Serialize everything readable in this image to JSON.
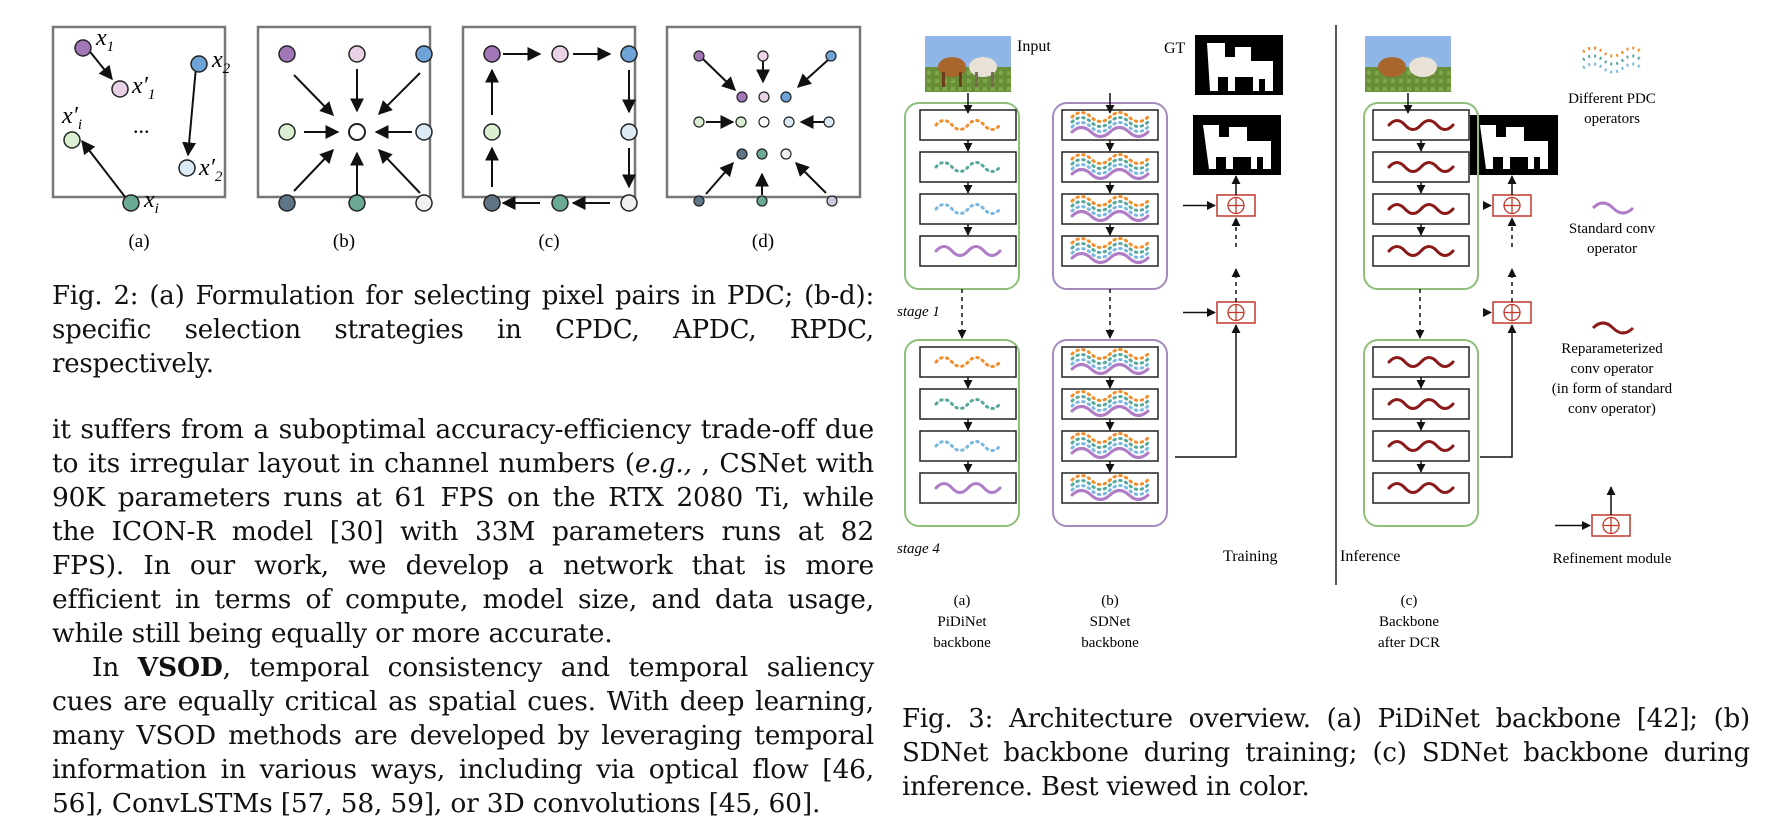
{
  "fig2": {
    "panel_labels": [
      "(a)",
      "(b)",
      "(c)",
      "(d)"
    ],
    "panel_a_labels": {
      "x1": "x",
      "x1_sub": "1",
      "x2": "x",
      "x2_sub": "2",
      "x1p": "x′",
      "x1p_sub": "1",
      "x2p": "x′",
      "x2p_sub": "2",
      "xip": "x′",
      "xip_sub": "i",
      "xi": "x",
      "xi_sub": "i",
      "dots": "..."
    },
    "caption": "Fig. 2: (a) Formulation for selecting pixel pairs in PDC; (b-d): specific selection strategies in CPDC, APDC, RPDC, respectively."
  },
  "body": {
    "p1": "it suffers from a suboptimal accuracy-efficiency trade-off due to its irregular layout in channel numbers (",
    "p1_eg": "e.g.,",
    "p1_rest": " , CSNet with 90K parameters runs at 61 FPS on the RTX 2080 Ti, while the ICON-R model [30] with 33M parameters runs at 82 FPS). In our work, we develop a network that is more efficient in terms of compute, model size, and data usage, while still being equally or more accurate.",
    "p2_pre": "In ",
    "p2_bold": "VSOD",
    "p2_rest": ", temporal consistency and temporal saliency cues are equally critical as spatial cues. With deep learning, many VSOD methods are developed by leveraging temporal information in various ways, including via optical flow [46, 56], ConvLSTMs [57, 58, 59], or 3D convolutions [45, 60]."
  },
  "fig3": {
    "input_label": "Input",
    "gt_label": "GT",
    "stage1": "stage 1",
    "stage4": "stage 4",
    "training": "Training",
    "inference": "Inference",
    "col_a": [
      "(a)",
      "PiDiNet",
      "backbone"
    ],
    "col_b": [
      "(b)",
      "SDNet",
      "backbone"
    ],
    "col_c": [
      "(c)",
      "Backbone",
      "after DCR"
    ],
    "legend": {
      "pdc": [
        "Different PDC",
        "operators"
      ],
      "std": [
        "Standard conv",
        "operator"
      ],
      "rep": [
        "Reparameterized",
        "conv operator",
        "(in form of standard",
        "conv operator)"
      ],
      "ref": [
        "Refinement module"
      ]
    },
    "caption": "Fig. 3: Architecture overview. (a) PiDiNet backbone [42]; (b) SDNet backbone during training; (c) SDNet backbone during inference. Best viewed in color.",
    "colors": {
      "orange": "#f28e2b",
      "teal": "#59a89c",
      "blue": "#7ab8e0",
      "purple": "#b07cc6",
      "darkred": "#8b1a1a",
      "green": "#8fbf7a",
      "violet": "#a58bbd",
      "redbox": "#c0392b"
    }
  }
}
